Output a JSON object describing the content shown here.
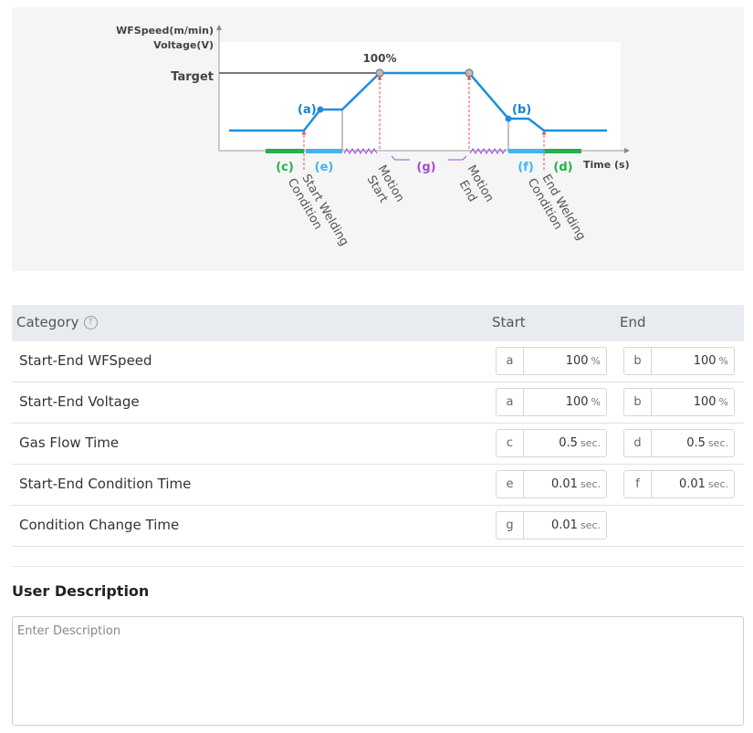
{
  "diagram": {
    "y_axis_label_1": "WFSpeed(m/min)",
    "y_axis_label_2": "Voltage(V)",
    "target_label": "Target",
    "peak_label": "100%",
    "x_axis_label": "Time (s)",
    "point_a": "(a)",
    "point_b": "(b)",
    "seg_c": "(c)",
    "seg_d": "(d)",
    "seg_e": "(e)",
    "seg_f": "(f)",
    "seg_g": "(g)",
    "start_welding_1": "Start Welding",
    "start_welding_2": "Condition",
    "motion_start_1": "Motion",
    "motion_start_2": "Start",
    "motion_end_1": "Motion",
    "motion_end_2": "End",
    "end_welding_1": "End Welding",
    "end_welding_2": "Condition",
    "colors": {
      "line": "#1a8fe0",
      "label_blue": "#1a7fd4",
      "green": "#22b14c",
      "cyan": "#3fb6f0",
      "purple": "#a24bd8",
      "red_arrow": "#e05555"
    }
  },
  "table": {
    "header": {
      "category": "Category",
      "start": "Start",
      "end": "End"
    },
    "rows": [
      {
        "label": "Start-End WFSpeed",
        "start": {
          "tag": "a",
          "value": "100",
          "unit": "%"
        },
        "end": {
          "tag": "b",
          "value": "100",
          "unit": "%"
        }
      },
      {
        "label": "Start-End Voltage",
        "start": {
          "tag": "a",
          "value": "100",
          "unit": "%"
        },
        "end": {
          "tag": "b",
          "value": "100",
          "unit": "%"
        }
      },
      {
        "label": "Gas Flow Time",
        "start": {
          "tag": "c",
          "value": "0.5",
          "unit": "sec."
        },
        "end": {
          "tag": "d",
          "value": "0.5",
          "unit": "sec."
        }
      },
      {
        "label": "Start-End Condition Time",
        "start": {
          "tag": "e",
          "value": "0.01",
          "unit": "sec."
        },
        "end": {
          "tag": "f",
          "value": "0.01",
          "unit": "sec."
        }
      },
      {
        "label": "Condition Change Time",
        "start": {
          "tag": "g",
          "value": "0.01",
          "unit": "sec."
        }
      }
    ]
  },
  "description": {
    "title": "User Description",
    "placeholder": "Enter Description"
  }
}
